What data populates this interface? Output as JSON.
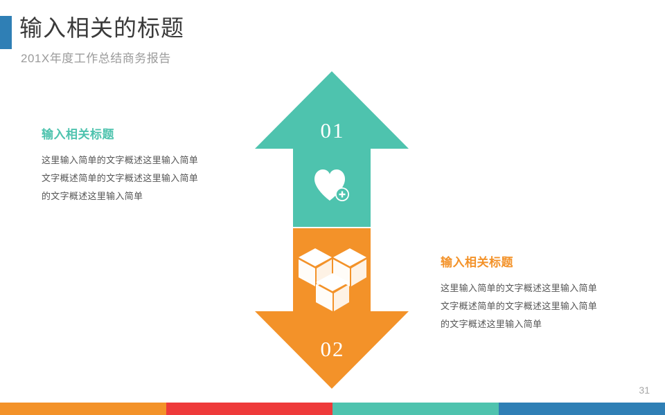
{
  "header": {
    "title": "输入相关的标题",
    "subtitle": "201X年度工作总结商务报告",
    "accent_color": "#2f7fb5"
  },
  "blocks": {
    "left": {
      "heading": "输入相关标题",
      "color": "#4ec3ae",
      "lines": [
        "这里输入简单的文字概述这里输入简单",
        "文字概述简单的文字概述这里输入简单",
        "的文字概述这里输入简单"
      ]
    },
    "right": {
      "heading": "输入相关标题",
      "color": "#f39229",
      "lines": [
        "这里输入简单的文字概述这里输入简单",
        "文字概述简单的文字概述这里输入简单",
        "的文字概述这里输入简单"
      ]
    }
  },
  "arrows": {
    "up": {
      "number": "01",
      "color": "#4ec3ae",
      "icon": "heart-plus-icon",
      "direction": "up"
    },
    "down": {
      "number": "02",
      "color": "#f39229",
      "icon": "cubes-icon",
      "direction": "down"
    }
  },
  "footer": {
    "page_number": "31",
    "segments": [
      {
        "name": "orange",
        "color": "#f39229"
      },
      {
        "name": "red",
        "color": "#ee3a3a"
      },
      {
        "name": "teal",
        "color": "#4ec3ae"
      },
      {
        "name": "blue",
        "color": "#2f7fb5"
      }
    ]
  }
}
